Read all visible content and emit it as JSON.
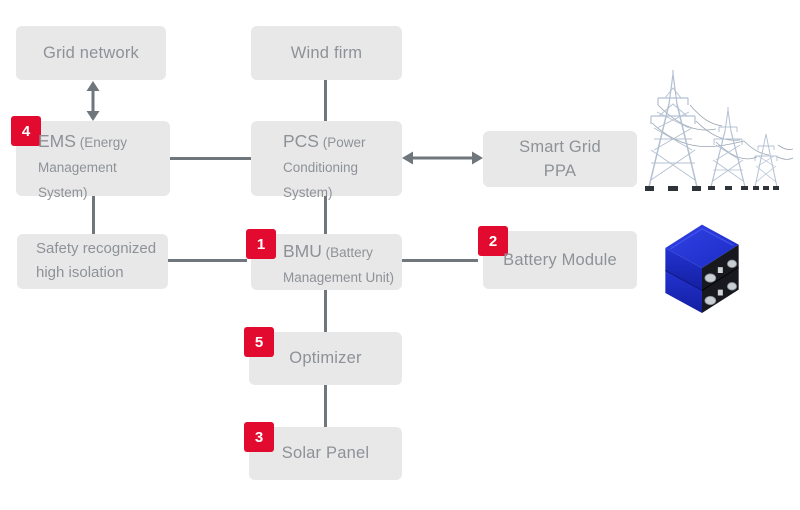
{
  "diagram": {
    "boxes": {
      "grid_network": {
        "label": "Grid network"
      },
      "wind_firm": {
        "label": "Wind firm"
      },
      "ems": {
        "badge": "4",
        "acronym": "EMS",
        "paren1": "(Energy",
        "line2": "Management",
        "line3": "System)"
      },
      "pcs": {
        "acronym": "PCS",
        "paren1": "(Power",
        "line2": "Conditioning",
        "line3": "System)"
      },
      "smart_grid_ppa": {
        "line1": "Smart Grid",
        "line2": "PPA"
      },
      "safety": {
        "line1": "Safety recognized",
        "line2": "high isolation"
      },
      "bmu": {
        "badge": "1",
        "acronym": "BMU",
        "paren1": "(Battery",
        "line2": "Management Unit)"
      },
      "battery_module": {
        "badge": "2",
        "label": "Battery Module"
      },
      "optimizer": {
        "badge": "5",
        "label": "Optimizer"
      },
      "solar_panel": {
        "badge": "3",
        "label": "Solar Panel"
      }
    },
    "connectors": {
      "grid_ems": "double-arrow-vertical",
      "wind_pcs": "line",
      "ems_pcs": "line",
      "pcs_smartgrid": "double-arrow-horizontal",
      "ems_safety": "line",
      "safety_bmu": "line",
      "pcs_bmu": "line",
      "bmu_battery": "line",
      "bmu_optimizer": "line",
      "optimizer_solar": "line"
    },
    "icons": {
      "towers": "transmission-towers-illustration",
      "battery": "stacked-blue-battery-cells-photo"
    },
    "colors": {
      "badge_red": "#e20a2e",
      "box_fill": "#e8e8e9",
      "connector_gray": "#6f767c",
      "label_gray": "#8e9296",
      "battery_blue": "#2335d4"
    }
  }
}
